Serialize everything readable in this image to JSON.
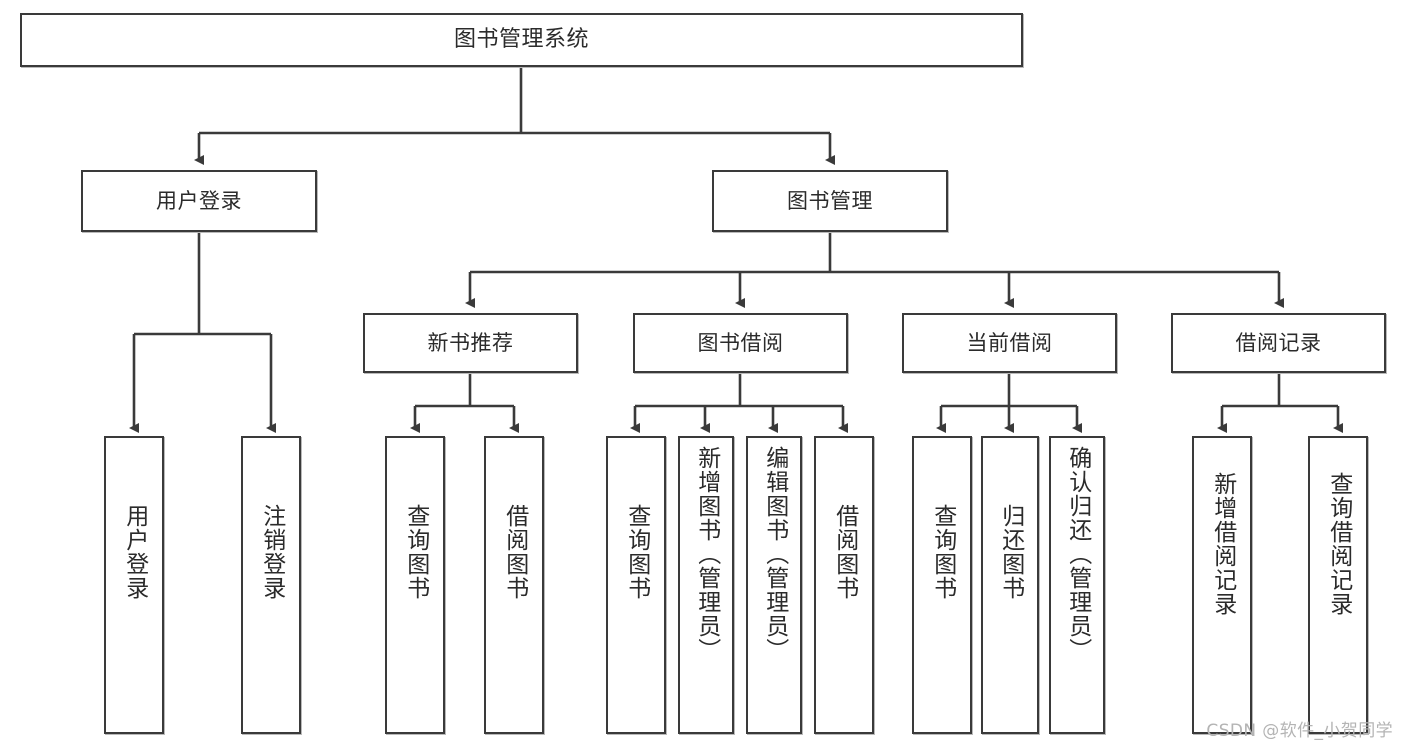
{
  "diagram": {
    "type": "tree",
    "title": "图书管理系统",
    "watermark": "CSDN @软件_小贺同学",
    "colors": {
      "node_border": "#3a3a3a",
      "node_fill": "#ffffff",
      "edge": "#3a3a3a",
      "watermark": "#b4b4b4",
      "background": "#ffffff"
    },
    "levels": [
      {
        "level": 1,
        "nodes": [
          {
            "id": "root",
            "label": "图书管理系统",
            "orientation": "horizontal"
          }
        ]
      },
      {
        "level": 2,
        "nodes": [
          {
            "id": "login",
            "label": "用户登录",
            "orientation": "horizontal",
            "parent": "root"
          },
          {
            "id": "bookmgmt",
            "label": "图书管理",
            "orientation": "horizontal",
            "parent": "root"
          }
        ]
      },
      {
        "level": 3,
        "nodes": [
          {
            "id": "newbook",
            "label": "新书推荐",
            "orientation": "horizontal",
            "parent": "bookmgmt"
          },
          {
            "id": "borrow",
            "label": "图书借阅",
            "orientation": "horizontal",
            "parent": "bookmgmt"
          },
          {
            "id": "current",
            "label": "当前借阅",
            "orientation": "horizontal",
            "parent": "bookmgmt"
          },
          {
            "id": "records",
            "label": "借阅记录",
            "orientation": "horizontal",
            "parent": "bookmgmt"
          }
        ]
      },
      {
        "level": 4,
        "nodes": [
          {
            "id": "leaf-1",
            "label": "用户登录",
            "orientation": "vertical",
            "parent": "login"
          },
          {
            "id": "leaf-2",
            "label": "注销登录",
            "orientation": "vertical",
            "parent": "login"
          },
          {
            "id": "leaf-3",
            "label": "查询图书",
            "orientation": "vertical",
            "parent": "newbook"
          },
          {
            "id": "leaf-4",
            "label": "借阅图书",
            "orientation": "vertical",
            "parent": "newbook"
          },
          {
            "id": "leaf-5",
            "label": "查询图书",
            "orientation": "vertical",
            "parent": "borrow"
          },
          {
            "id": "leaf-6",
            "label": "新增图书（管理员）",
            "orientation": "vertical",
            "parent": "borrow"
          },
          {
            "id": "leaf-7",
            "label": "编辑图书（管理员）",
            "orientation": "vertical",
            "parent": "borrow"
          },
          {
            "id": "leaf-8",
            "label": "借阅图书",
            "orientation": "vertical",
            "parent": "borrow"
          },
          {
            "id": "leaf-9",
            "label": "查询图书",
            "orientation": "vertical",
            "parent": "current"
          },
          {
            "id": "leaf-10",
            "label": "归还图书",
            "orientation": "vertical",
            "parent": "current"
          },
          {
            "id": "leaf-11",
            "label": "确认归还（管理员）",
            "orientation": "vertical",
            "parent": "current"
          },
          {
            "id": "leaf-12",
            "label": "新增借阅记录",
            "orientation": "vertical",
            "parent": "records"
          },
          {
            "id": "leaf-13",
            "label": "查询借阅记录",
            "orientation": "vertical",
            "parent": "records"
          }
        ]
      }
    ]
  }
}
